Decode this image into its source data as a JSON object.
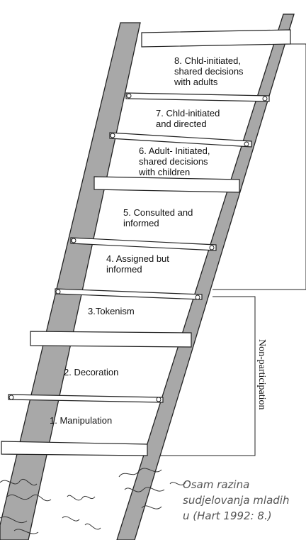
{
  "diagram": {
    "rungs": [
      {
        "level": 8,
        "text": "8. Chld-initiated,\nshared decisions\nwith adults"
      },
      {
        "level": 7,
        "text": "7. Chld-initiated\nand directed"
      },
      {
        "level": 6,
        "text": "6. Adult- Initiated,\nshared decisions\nwith children"
      },
      {
        "level": 5,
        "text": "5. Consulted and\ninformed"
      },
      {
        "level": 4,
        "text": "4. Assigned but\ninformed"
      },
      {
        "level": 3,
        "text": "3.Tokenism"
      },
      {
        "level": 2,
        "text": "2. Decoration"
      },
      {
        "level": 1,
        "text": "1. Manipulation"
      }
    ],
    "bracket_label": "Non-participation",
    "caption_lines": [
      "Osam razina",
      "sudjelovanja mladih",
      "u (Hart 1992: 8.)"
    ]
  },
  "colors": {
    "rail_fill": "#a8a8a8",
    "line": "#222222",
    "text": "#111111",
    "caption": "#555555"
  }
}
